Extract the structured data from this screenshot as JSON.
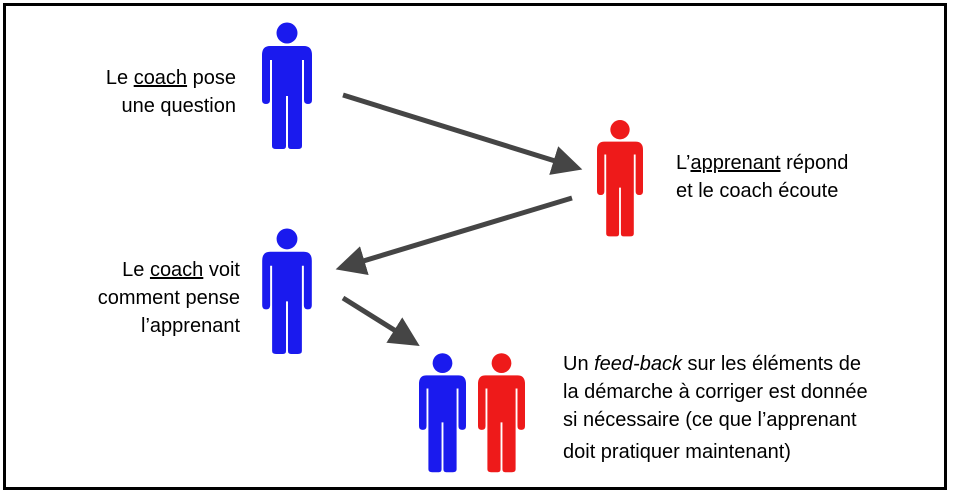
{
  "colors": {
    "coach": "#1a1aee",
    "learner": "#ee1a1a",
    "arrow": "#454545"
  },
  "steps": {
    "step1": {
      "pre": "Le ",
      "underlined": "coach",
      "post": " pose",
      "line2": "une question"
    },
    "step2": {
      "pre": "L’",
      "underlined": "apprenant",
      "post": " répond",
      "line2": "et le coach écoute"
    },
    "step3": {
      "pre": "Le ",
      "underlined": "coach",
      "post": " voit",
      "line2": "comment pense",
      "line3": "l’apprenant"
    },
    "step4": {
      "pre": "Un ",
      "italic": "feed-back",
      "post": " sur les éléments de",
      "line2": "la démarche à corriger est donnée",
      "line3": "si nécessaire (ce que l’apprenant",
      "line4": "doit pratiquer maintenant)"
    }
  }
}
